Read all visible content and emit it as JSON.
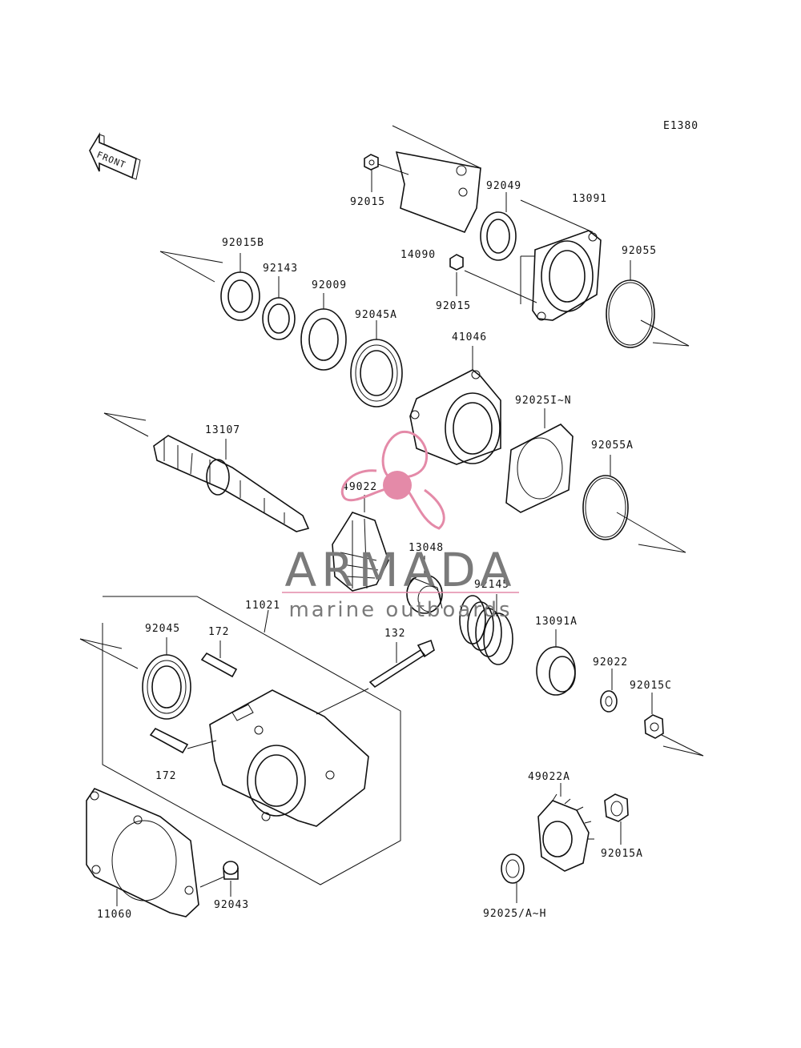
{
  "diagram": {
    "code": "E1380",
    "front_label": "FRONT",
    "parts": [
      "92015",
      "92049",
      "13091",
      "92015B",
      "92143",
      "92009",
      "14090",
      "92055",
      "92015",
      "92045A",
      "41046",
      "92025I~N",
      "13107",
      "92055A",
      "49022",
      "13048",
      "92145",
      "13091A",
      "11021",
      "92045",
      "172",
      "132",
      "92022",
      "92015C",
      "172",
      "49022A",
      "11060",
      "92043",
      "92015A",
      "92025/A~H"
    ]
  },
  "watermark": {
    "brand": "ARMADA",
    "tagline": "marine outboards",
    "logo_color": "#e48aa8"
  }
}
